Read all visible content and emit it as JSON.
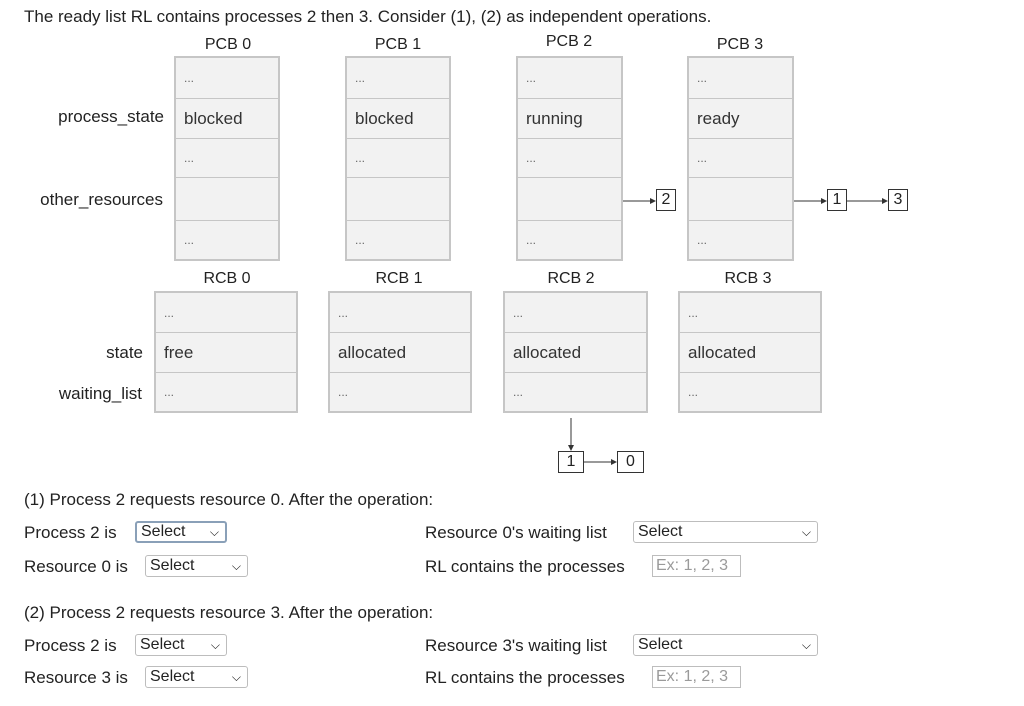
{
  "intro": "The ready list RL contains processes 2 then 3. Consider (1), (2) as independent operations.",
  "pcb": {
    "row_labels": {
      "process_state": "process_state",
      "other_resources": "other_resources"
    },
    "blocks": [
      {
        "title": "PCB 0",
        "top_dots": "...",
        "state": "blocked",
        "mid_dots": "...",
        "other": "",
        "bottom_dots": "..."
      },
      {
        "title": "PCB 1",
        "top_dots": "...",
        "state": "blocked",
        "mid_dots": "...",
        "other": "",
        "bottom_dots": "..."
      },
      {
        "title": "PCB 2",
        "top_dots": "...",
        "state": "running",
        "mid_dots": "...",
        "other": "",
        "bottom_dots": "..."
      },
      {
        "title": "PCB 3",
        "top_dots": "...",
        "state": "ready",
        "mid_dots": "...",
        "other": "",
        "bottom_dots": "..."
      }
    ],
    "pcb2_list": [
      "2"
    ],
    "pcb3_list": [
      "1",
      "3"
    ]
  },
  "rcb": {
    "row_labels": {
      "state": "state",
      "waiting_list": "waiting_list"
    },
    "blocks": [
      {
        "title": "RCB 0",
        "top_dots": "...",
        "state": "free",
        "waiting": "..."
      },
      {
        "title": "RCB 1",
        "top_dots": "...",
        "state": "allocated",
        "waiting": "..."
      },
      {
        "title": "RCB 2",
        "top_dots": "...",
        "state": "allocated",
        "waiting": "..."
      },
      {
        "title": "RCB 3",
        "top_dots": "...",
        "state": "allocated",
        "waiting": "..."
      }
    ],
    "rcb2_waiting": [
      "1",
      "0"
    ]
  },
  "q1": {
    "title": "(1) Process 2 requests resource 0. After the operation:",
    "process_label": "Process 2 is",
    "process_value": "Select",
    "resource_label": "Resource 0 is",
    "resource_value": "Select",
    "waiting_label": "Resource 0's waiting list",
    "waiting_value": "Select",
    "rl_label": "RL contains the processes",
    "rl_placeholder": "Ex: 1, 2, 3"
  },
  "q2": {
    "title": "(2) Process 2 requests resource 3. After the operation:",
    "process_label": "Process 2 is",
    "process_value": "Select",
    "resource_label": "Resource 3 is",
    "resource_value": "Select",
    "waiting_label": "Resource 3's waiting list",
    "waiting_value": "Select",
    "rl_label": "RL contains the processes",
    "rl_placeholder": "Ex: 1, 2, 3"
  },
  "colors": {
    "block_fill": "#f2f2f2",
    "block_border": "#c6c6c6",
    "focus_border": "#8aa0b8"
  }
}
